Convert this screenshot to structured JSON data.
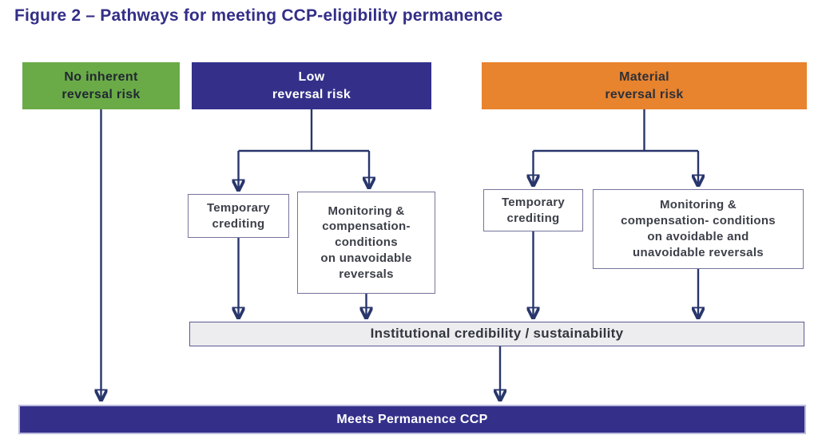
{
  "figure": {
    "title": "Figure 2 – Pathways for meeting CCP-eligibility permanence"
  },
  "colors": {
    "green": "#6aab47",
    "navy": "#34308a",
    "orange": "#e8832e",
    "gray_bar": "#ededf0",
    "connector": "#28366c",
    "title_text": "#332e87"
  },
  "nodes": {
    "no_inherent_risk": {
      "label": "No inherent\nreversal risk"
    },
    "low_risk": {
      "label": "Low\nreversal risk"
    },
    "material_risk": {
      "label": "Material\nreversal risk"
    },
    "temporary_crediting_low": {
      "label": "Temporary\ncrediting"
    },
    "monitoring_low": {
      "label": "Monitoring &\ncompensation-\nconditions\non unavoidable\nreversals"
    },
    "temporary_crediting_material": {
      "label": "Temporary\ncrediting"
    },
    "monitoring_material": {
      "label": "Monitoring &\ncompensation- conditions\non avoidable and\nunavoidable reversals"
    },
    "institutional_credibility": {
      "label": "Institutional credibility / sustainability"
    },
    "meets_permanence": {
      "label": "Meets Permanence CCP"
    }
  }
}
